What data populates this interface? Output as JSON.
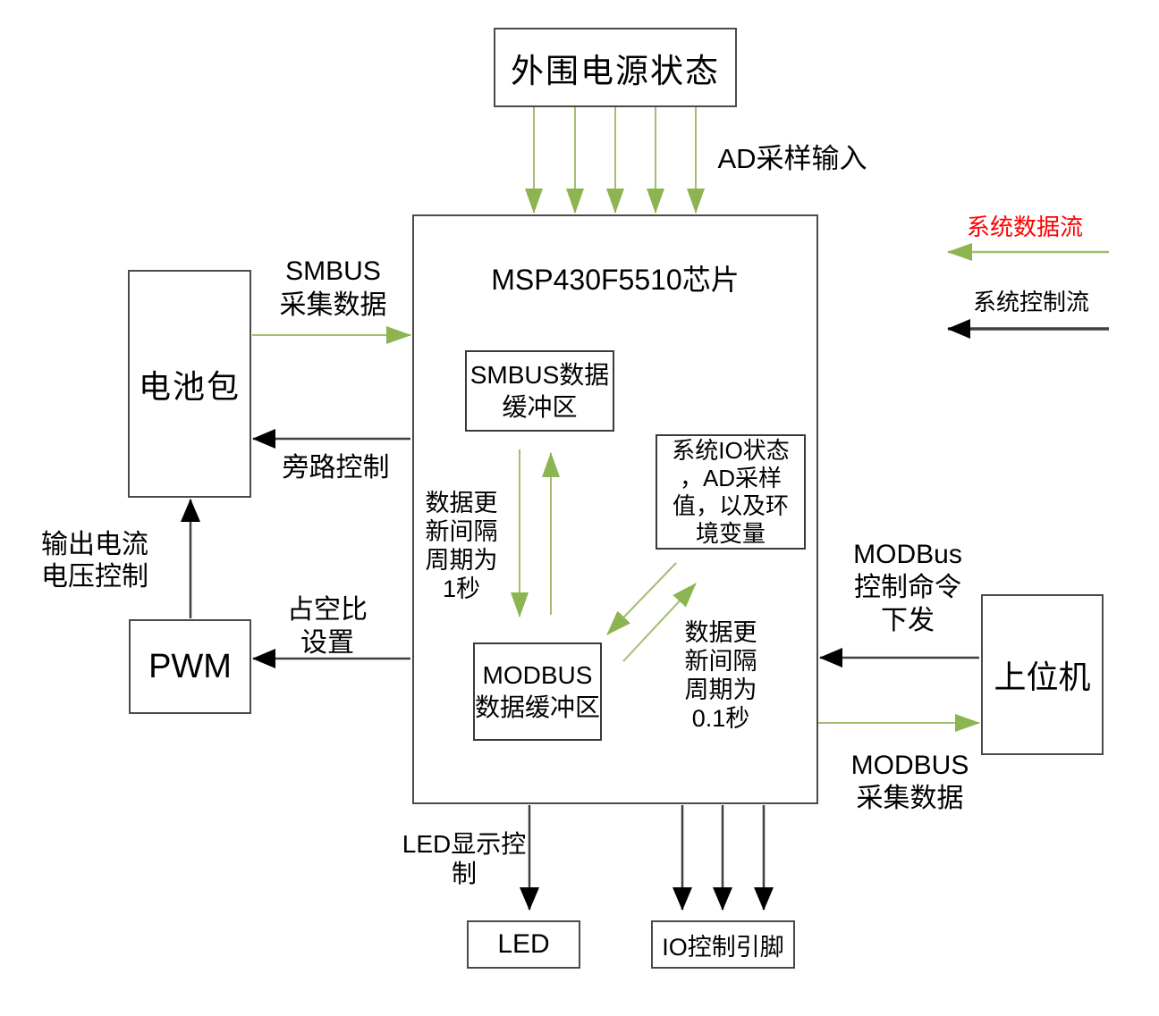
{
  "boxes": {
    "peripheral_power": "外围电源状态",
    "chip_title": "MSP430F5510芯片",
    "battery": "电池包",
    "pwm": "PWM",
    "host": "上位机",
    "smbus_buffer": [
      "SMBUS数据",
      "缓冲区"
    ],
    "sys_io": [
      "系统IO状态",
      "，AD采样",
      "值，以及环",
      "境变量"
    ],
    "modbus_buffer": [
      "MODBUS",
      "数据缓冲区"
    ],
    "led": "LED",
    "io_pins": "IO控制引脚"
  },
  "labels": {
    "ad_input": "AD采样输入",
    "smbus_collect": [
      "SMBUS",
      "采集数据"
    ],
    "bypass": "旁路控制",
    "output_ctrl": [
      "输出电流",
      "电压控制"
    ],
    "duty": [
      "占空比",
      "设置"
    ],
    "update_1s": [
      "数据更",
      "新间隔",
      "周期为",
      "1秒"
    ],
    "update_01s": [
      "数据更",
      "新间隔",
      "周期为",
      "0.1秒"
    ],
    "modbus_cmd": [
      "MODBus",
      "控制命令",
      "下发"
    ],
    "modbus_collect": [
      "MODBUS",
      "采集数据"
    ],
    "led_ctrl": [
      "LED显示控",
      "制"
    ]
  },
  "legend": {
    "data_flow": "系统数据流",
    "control_flow": "系统控制流",
    "data_flow_color": "#FF0000",
    "arrow_green": "#9BBB59",
    "arrow_black": "#000000"
  }
}
